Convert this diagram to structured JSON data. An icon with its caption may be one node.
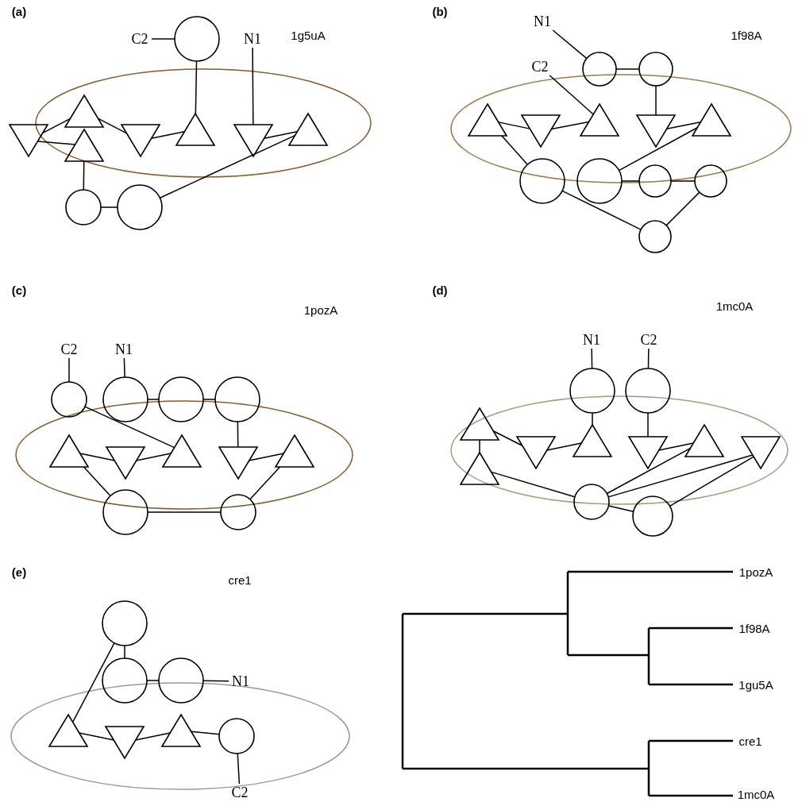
{
  "diagram": {
    "nodes": [
      {
        "text": [
          "C2"
        ]
      },
      {
        "text": [],
        "shape": "circle"
      },
      {
        "text": [
          "N1"
        ]
      },
      {
        "text": [],
        "shape": "triangle"
      },
      {
        "text": [],
        "shape": "triangle"
      },
      {
        "text": [],
        "shape": "triangle"
      },
      {
        "text": [],
        "shape": "triangle"
      },
      {
        "text": [],
        "shape": "triangle"
      },
      {
        "text": [],
        "shape": "triangle"
      },
      {
        "text": [],
        "shape": "triangle"
      },
      {
        "text": [],
        "shape": "circle"
      },
      {
        "text": [],
        "shape": "circle"
      },
      {
        "text": [
          "N1"
        ]
      },
      {
        "text": [],
        "shape": "circle"
      },
      {
        "text": [],
        "shape": "circle"
      },
      {
        "text": [
          "C2"
        ]
      },
      {
        "text": [],
        "shape": "triangle"
      },
      {
        "text": [],
        "shape": "triangle"
      },
      {
        "text": [],
        "shape": "triangle"
      },
      {
        "text": [],
        "shape": "triangle"
      },
      {
        "text": [],
        "shape": "triangle"
      },
      {
        "text": [],
        "shape": "circle"
      },
      {
        "text": [],
        "shape": "circle"
      },
      {
        "text": [],
        "shape": "circle"
      },
      {
        "text": [],
        "shape": "circle"
      },
      {
        "text": [],
        "shape": "circle"
      },
      {
        "text": [
          "C2"
        ]
      },
      {
        "text": [
          "N1"
        ]
      },
      {
        "text": [],
        "shape": "circle"
      },
      {
        "text": [],
        "shape": "circle"
      },
      {
        "text": [],
        "shape": "circle"
      },
      {
        "text": [],
        "shape": "circle"
      },
      {
        "text": [],
        "shape": "triangle"
      },
      {
        "text": [],
        "shape": "triangle"
      },
      {
        "text": [],
        "shape": "triangle"
      },
      {
        "text": [],
        "shape": "triangle"
      },
      {
        "text": [],
        "shape": "triangle"
      },
      {
        "text": [],
        "shape": "circle"
      },
      {
        "text": [],
        "shape": "circle"
      },
      {
        "text": [
          "N1"
        ]
      },
      {
        "text": [
          "C2"
        ]
      },
      {
        "text": [],
        "shape": "circle"
      },
      {
        "text": [],
        "shape": "circle"
      },
      {
        "text": [],
        "shape": "triangle"
      },
      {
        "text": [],
        "shape": "triangle"
      },
      {
        "text": [],
        "shape": "triangle"
      },
      {
        "text": [],
        "shape": "triangle"
      },
      {
        "text": [],
        "shape": "triangle"
      },
      {
        "text": [],
        "shape": "triangle"
      },
      {
        "text": [],
        "shape": "triangle"
      },
      {
        "text": [],
        "shape": "circle"
      },
      {
        "text": [],
        "shape": "circle"
      },
      {
        "text": [],
        "shape": "circle"
      },
      {
        "text": [],
        "shape": "circle"
      },
      {
        "text": [],
        "shape": "circle"
      },
      {
        "text": [
          "N1"
        ]
      },
      {
        "text": [],
        "shape": "triangle"
      },
      {
        "text": [],
        "shape": "triangle"
      },
      {
        "text": [],
        "shape": "triangle"
      },
      {
        "text": [],
        "shape": "circle"
      },
      {
        "text": [
          "C2"
        ]
      }
    ],
    "edges": [
      {
        "from": 2,
        "to": 7,
        "arrow": "none"
      },
      {
        "from": 7,
        "to": 8,
        "arrow": "none"
      },
      {
        "from": 8,
        "to": 11,
        "arrow": "none"
      },
      {
        "from": 11,
        "to": 10,
        "arrow": "none"
      },
      {
        "from": 10,
        "to": 9,
        "arrow": "none"
      },
      {
        "from": 9,
        "to": 4,
        "arrow": "none"
      },
      {
        "from": 4,
        "to": 3,
        "arrow": "none"
      },
      {
        "from": 3,
        "to": 5,
        "arrow": "none"
      },
      {
        "from": 5,
        "to": 6,
        "arrow": "none"
      },
      {
        "from": 6,
        "to": 1,
        "arrow": "none"
      },
      {
        "from": 1,
        "to": 0,
        "arrow": "none"
      },
      {
        "from": 12,
        "to": 13,
        "arrow": "none"
      },
      {
        "from": 13,
        "to": 14,
        "arrow": "none"
      },
      {
        "from": 14,
        "to": 19,
        "arrow": "none"
      },
      {
        "from": 19,
        "to": 20,
        "arrow": "none"
      },
      {
        "from": 20,
        "to": 22,
        "arrow": "none"
      },
      {
        "from": 22,
        "to": 23,
        "arrow": "none"
      },
      {
        "from": 23,
        "to": 24,
        "arrow": "none"
      },
      {
        "from": 24,
        "to": 25,
        "arrow": "none"
      },
      {
        "from": 25,
        "to": 21,
        "arrow": "none"
      },
      {
        "from": 21,
        "to": 16,
        "arrow": "none"
      },
      {
        "from": 16,
        "to": 17,
        "arrow": "none"
      },
      {
        "from": 17,
        "to": 18,
        "arrow": "none"
      },
      {
        "from": 18,
        "to": 15,
        "arrow": "none"
      },
      {
        "from": 27,
        "to": 29,
        "arrow": "none"
      },
      {
        "from": 29,
        "to": 30,
        "arrow": "none"
      },
      {
        "from": 30,
        "to": 31,
        "arrow": "none"
      },
      {
        "from": 31,
        "to": 35,
        "arrow": "none"
      },
      {
        "from": 35,
        "to": 36,
        "arrow": "none"
      },
      {
        "from": 36,
        "to": 38,
        "arrow": "none"
      },
      {
        "from": 38,
        "to": 37,
        "arrow": "none"
      },
      {
        "from": 37,
        "to": 32,
        "arrow": "none"
      },
      {
        "from": 32,
        "to": 33,
        "arrow": "none"
      },
      {
        "from": 33,
        "to": 34,
        "arrow": "none"
      },
      {
        "from": 34,
        "to": 28,
        "arrow": "none"
      },
      {
        "from": 28,
        "to": 26,
        "arrow": "none"
      },
      {
        "from": 39,
        "to": 41,
        "arrow": "none"
      },
      {
        "from": 41,
        "to": 44,
        "arrow": "none"
      },
      {
        "from": 44,
        "to": 45,
        "arrow": "none"
      },
      {
        "from": 45,
        "to": 43,
        "arrow": "none"
      },
      {
        "from": 43,
        "to": 49,
        "arrow": "none"
      },
      {
        "from": 49,
        "to": 50,
        "arrow": "none"
      },
      {
        "from": 50,
        "to": 48,
        "arrow": "none"
      },
      {
        "from": 48,
        "to": 51,
        "arrow": "none"
      },
      {
        "from": 51,
        "to": 50,
        "arrow": "none"
      },
      {
        "from": 50,
        "to": 47,
        "arrow": "none"
      },
      {
        "from": 47,
        "to": 46,
        "arrow": "none"
      },
      {
        "from": 46,
        "to": 42,
        "arrow": "none"
      },
      {
        "from": 42,
        "to": 40,
        "arrow": "none"
      },
      {
        "from": 55,
        "to": 54,
        "arrow": "none"
      },
      {
        "from": 54,
        "to": 53,
        "arrow": "none"
      },
      {
        "from": 53,
        "to": 52,
        "arrow": "none"
      },
      {
        "from": 52,
        "to": 56,
        "arrow": "none"
      },
      {
        "from": 56,
        "to": 57,
        "arrow": "none"
      },
      {
        "from": 57,
        "to": 58,
        "arrow": "none"
      },
      {
        "from": 58,
        "to": 59,
        "arrow": "none"
      },
      {
        "from": 59,
        "to": 60,
        "arrow": "none"
      }
    ],
    "labels": [
      "(a)",
      "1g5uA",
      "(b)",
      "1f98A",
      "(c)",
      "1pozA",
      "(d)",
      "1mc0A",
      "(e)",
      "cre1",
      "1pozA",
      "1f98A",
      "1gu5A",
      "cre1",
      "1mc0A"
    ]
  }
}
